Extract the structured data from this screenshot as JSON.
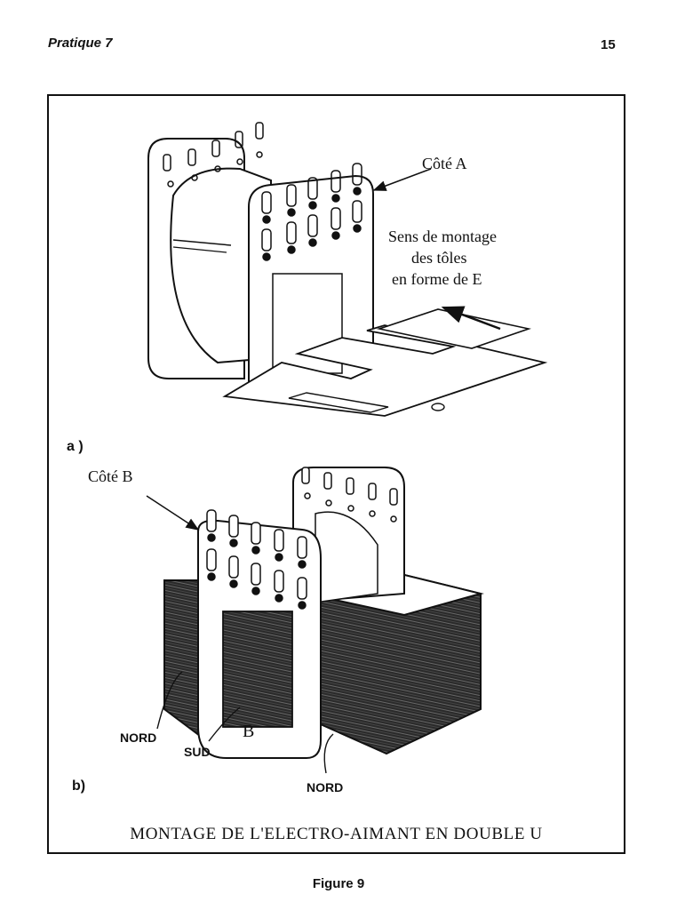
{
  "header": {
    "left": "Pratique 7",
    "right": "15"
  },
  "figure": {
    "panel_a": {
      "tag": "a )",
      "side_label": "Côté A",
      "note_lines": [
        "Sens de montage",
        "des tôles",
        "en forme de  E"
      ]
    },
    "panel_b": {
      "tag": "b)",
      "side_label": "Côté B",
      "pole_letter": "B",
      "labels": [
        "NORD",
        "SUD",
        "NORD"
      ]
    },
    "caption": "MONTAGE DE L'ELECTRO-AIMANT EN DOUBLE U"
  },
  "footer": {
    "figure_label": "Figure 9"
  }
}
